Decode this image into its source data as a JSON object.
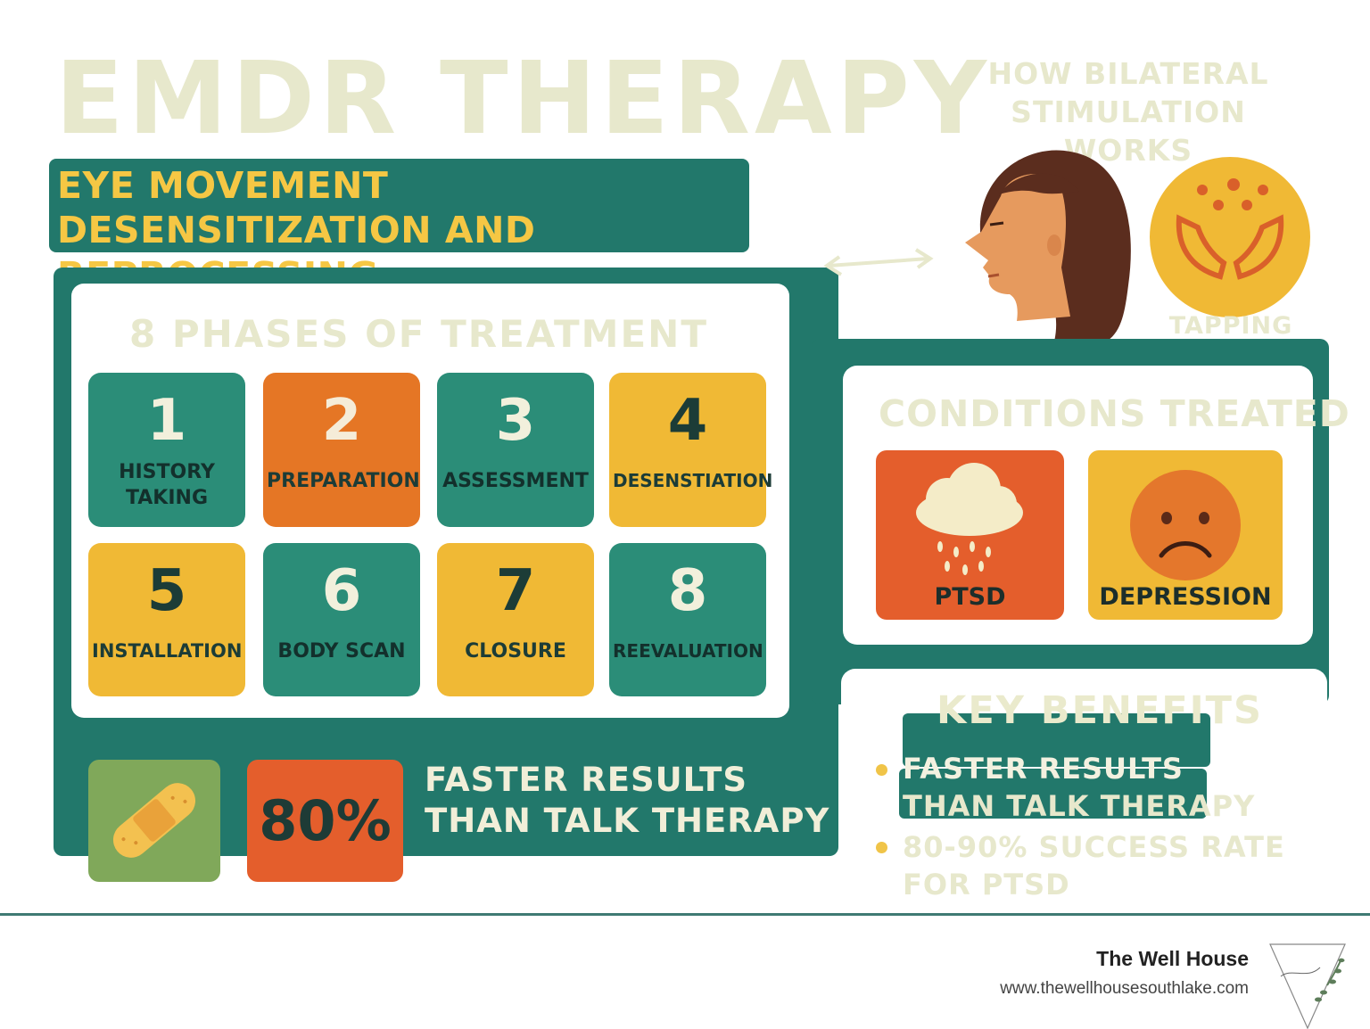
{
  "title": "EMDR THERAPY",
  "subtitle": "EYE MOVEMENT DESENSITIZATION AND REPROCESSING",
  "bilateral": {
    "heading": "HOW BILATERAL STIMULATION WORKS",
    "tapping_label": "TAPPING",
    "icons": [
      "woman-profile-icon",
      "double-arrow-icon",
      "tapping-hands-icon"
    ]
  },
  "phases": {
    "heading": "8 PHASES OF TREATMENT",
    "items": [
      {
        "number": "1",
        "label": "HISTORY TAKING",
        "color": "#2b8d78"
      },
      {
        "number": "2",
        "label": "PREPARATION",
        "color": "#e57625"
      },
      {
        "number": "3",
        "label": "ASSESSMENT",
        "color": "#2b8d78"
      },
      {
        "number": "4",
        "label": "DESENSTIATION",
        "color": "#f0b935"
      },
      {
        "number": "5",
        "label": "INSTALLATION",
        "color": "#f0b935"
      },
      {
        "number": "6",
        "label": "BODY SCAN",
        "color": "#2b8d78"
      },
      {
        "number": "7",
        "label": "CLOSURE",
        "color": "#f0b935"
      },
      {
        "number": "8",
        "label": "REEVALUATION",
        "color": "#2b8d78"
      }
    ]
  },
  "stat": {
    "value": "80%",
    "text_line1": "FASTER RESULTS",
    "text_line2": "THAN TALK THERAPY",
    "icon": "bandage-icon"
  },
  "conditions": {
    "heading": "CONDITIONS TREATED",
    "items": [
      {
        "label": "PTSD",
        "icon": "rain-cloud-icon",
        "color": "#e45e2c"
      },
      {
        "label": "DEPRESSION",
        "icon": "sad-face-icon",
        "color": "#f0b935"
      }
    ]
  },
  "benefits": {
    "heading": "KEY BENEFITS",
    "items": [
      {
        "line1": "FASTER RESULTS",
        "line2": "THAN TALK THERAPY"
      },
      {
        "line1": "80-90% SUCCESS RATE",
        "line2": "FOR PTSD"
      }
    ]
  },
  "footer": {
    "brand": "The Well House",
    "url": "www.thewellhousesouthlake.com",
    "logo_icon": "well-house-logo-icon"
  },
  "colors": {
    "teal": "#22786b",
    "tile_teal": "#2b8d78",
    "orange": "#e57625",
    "red_orange": "#e45e2c",
    "yellow": "#f0b935",
    "headline_cream": "#e7e8cc",
    "banner_text": "#f5c744"
  }
}
